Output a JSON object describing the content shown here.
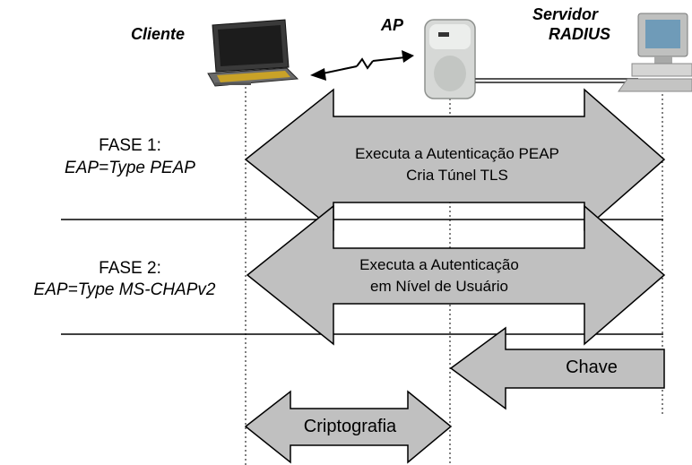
{
  "actors": {
    "client": "Cliente",
    "ap": "AP",
    "server_line1": "Servidor",
    "server_line2": "RADIUS"
  },
  "phases": [
    {
      "title": "FASE 1:",
      "subtitle": "EAP=Type PEAP",
      "arrow_line1": "Executa a Autenticação PEAP",
      "arrow_line2": "Cria Túnel TLS"
    },
    {
      "title": "FASE 2:",
      "subtitle": "EAP=Type MS-CHAPv2",
      "arrow_line1": "Executa a Autenticação",
      "arrow_line2": "em Nível de Usuário"
    }
  ],
  "key_arrow": "Chave",
  "crypto_arrow": "Criptografia",
  "colors": {
    "arrow_fill": "#c0c0c0",
    "stroke": "#000000"
  }
}
